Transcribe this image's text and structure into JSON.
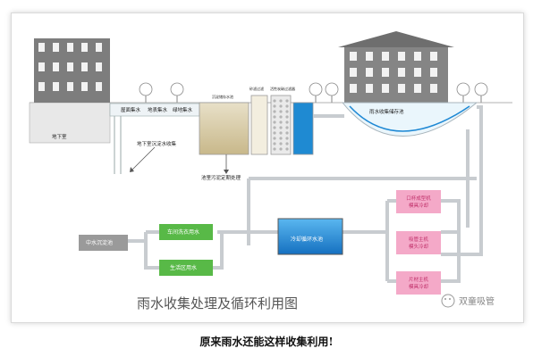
{
  "diagram": {
    "title": "雨水收集处理及循环利用图",
    "watermark": "双童吸管",
    "labels": {
      "underground": "地下室",
      "roof_collect": "屋面集水",
      "ground_collect": "地表集水",
      "green_collect": "绿地集水",
      "basement_sediment": "地下室沉淀水收集",
      "sediment_tank": "沉淀储存水池",
      "sand_filter": "砂滤过滤",
      "activated_carbon": "活性炭碳过滤器",
      "rain_storage": "雨水收集储存池",
      "sludge": "池里污泥定期处理",
      "middle_water": "中水沉淀池",
      "car_wash": "车间洗衣用水",
      "domestic": "生活区用水",
      "cooling_pool": "冷却循环水池",
      "mouth_cup": "口杯成型机模具冷却",
      "straw_main": "吸管主机模头冷却",
      "sheet_machine": "片材主机模具冷却"
    },
    "colors": {
      "green_box": "#58b947",
      "pink_box": "#f4a9c8",
      "water_blue": "#1e88d4",
      "pipe_gray": "#c8ccd0",
      "gray_box": "#9a9a9a",
      "building": "#808080"
    }
  },
  "caption": "原来雨水还能这样收集利用!"
}
